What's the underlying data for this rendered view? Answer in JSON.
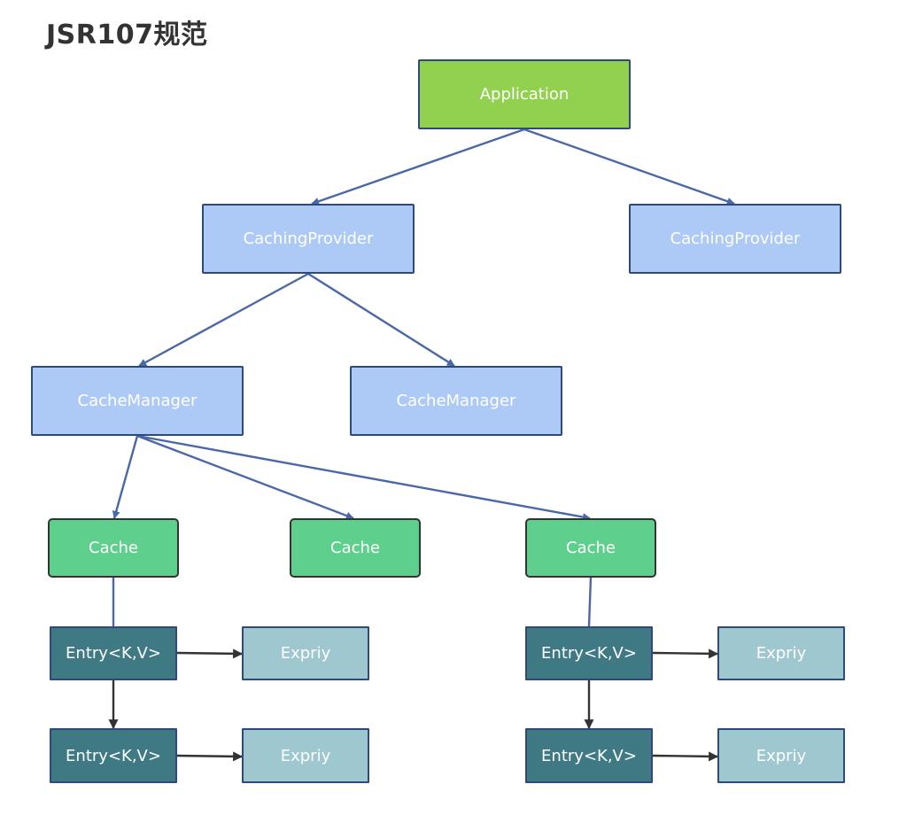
{
  "title": "JSR107规范",
  "nodes": {
    "application": "Application",
    "caching_provider_1": "CachingProvider",
    "caching_provider_2": "CachingProvider",
    "cache_manager_1": "CacheManager",
    "cache_manager_2": "CacheManager",
    "cache_1": "Cache",
    "cache_2": "Cache",
    "cache_3": "Cache",
    "entry_1": "Entry<K,V>",
    "entry_2": "Entry<K,V>",
    "entry_3": "Entry<K,V>",
    "entry_4": "Entry<K,V>",
    "expiry_1": "Expriy",
    "expiry_2": "Expriy",
    "expiry_3": "Expriy",
    "expiry_4": "Expriy"
  },
  "colors": {
    "application": "#92d050",
    "provider_manager": "#adc9f5",
    "cache": "#5fcf8d",
    "entry": "#3f7a84",
    "expiry": "#9ec7cf",
    "blue_connector": "#4a67a8",
    "dark_connector": "#333333"
  }
}
